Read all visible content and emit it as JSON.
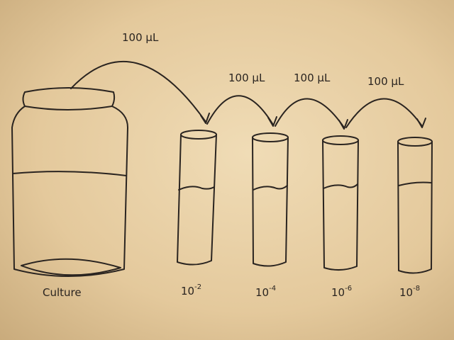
{
  "transfers": [
    {
      "volume": "100 µL"
    },
    {
      "volume": "100 µL"
    },
    {
      "volume": "100 µL"
    },
    {
      "volume": "100 µL"
    }
  ],
  "culture": {
    "label": "Culture"
  },
  "tubes": [
    {
      "base": "10",
      "exponent": "-2"
    },
    {
      "base": "10",
      "exponent": "-4"
    },
    {
      "base": "10",
      "exponent": "-6"
    },
    {
      "base": "10",
      "exponent": "-8"
    }
  ]
}
